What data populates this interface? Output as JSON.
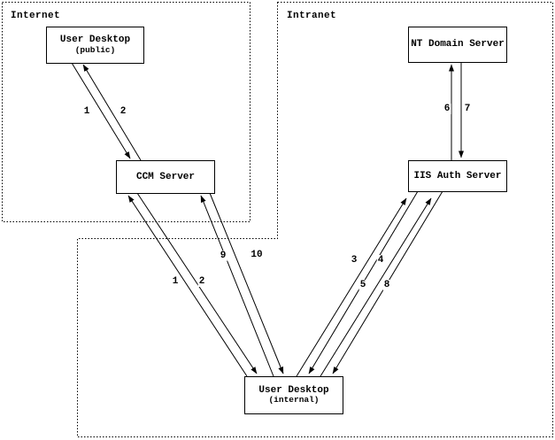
{
  "diagram": {
    "regions": [
      {
        "id": "internet",
        "label": "Internet"
      },
      {
        "id": "intranet",
        "label": "Intranet"
      }
    ],
    "nodes": [
      {
        "id": "user-desktop-public",
        "title": "User Desktop",
        "subtitle": "(public)"
      },
      {
        "id": "ccm-server",
        "title": "CCM Server",
        "subtitle": ""
      },
      {
        "id": "nt-domain-server",
        "title": "NT Domain Server",
        "subtitle": ""
      },
      {
        "id": "iis-auth-server",
        "title": "IIS Auth Server",
        "subtitle": ""
      },
      {
        "id": "user-desktop-internal",
        "title": "User Desktop",
        "subtitle": "(internal)"
      }
    ],
    "edges": [
      {
        "label": "1",
        "from": "user-desktop-public",
        "to": "ccm-server"
      },
      {
        "label": "2",
        "from": "ccm-server",
        "to": "user-desktop-public"
      },
      {
        "label": "1",
        "from": "user-desktop-internal",
        "to": "ccm-server"
      },
      {
        "label": "2",
        "from": "ccm-server",
        "to": "user-desktop-internal"
      },
      {
        "label": "9",
        "from": "user-desktop-internal",
        "to": "ccm-server"
      },
      {
        "label": "10",
        "from": "ccm-server",
        "to": "user-desktop-internal"
      },
      {
        "label": "3",
        "from": "user-desktop-internal",
        "to": "iis-auth-server"
      },
      {
        "label": "4",
        "from": "iis-auth-server",
        "to": "user-desktop-internal"
      },
      {
        "label": "5",
        "from": "user-desktop-internal",
        "to": "iis-auth-server"
      },
      {
        "label": "8",
        "from": "iis-auth-server",
        "to": "user-desktop-internal"
      },
      {
        "label": "6",
        "from": "iis-auth-server",
        "to": "nt-domain-server"
      },
      {
        "label": "7",
        "from": "nt-domain-server",
        "to": "iis-auth-server"
      }
    ],
    "colors": {
      "foreground": "#000000",
      "background": "#ffffff"
    }
  }
}
